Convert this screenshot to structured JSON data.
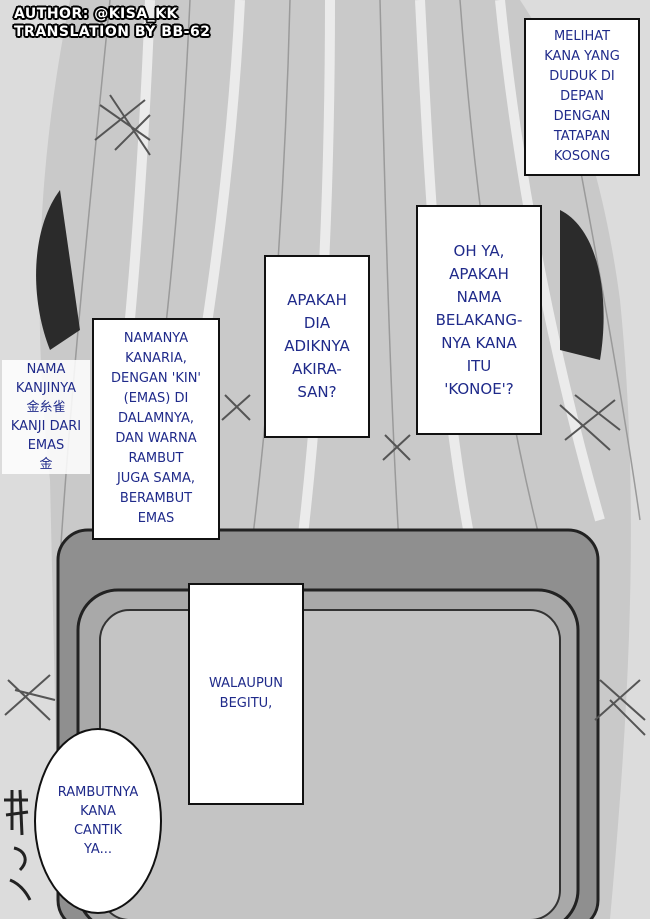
{
  "credits": {
    "author": "AUTHOR: @KISA_KK",
    "translation": "TRANSLATION BY BB-62"
  },
  "captions": {
    "melihat": "MELIHAT\nKANA YANG\nDUDUK DI\nDEPAN\nDENGAN\nTATAPAN\nKOSONG",
    "oh_ya": "OH YA,\nAPAKAH\nNAMA\nBELAKANG-\nNYA KANA\nITU\n'KONOE'?",
    "apakah_dia": "APAKAH\nDIA\nADIKNYA\nAKIRA-\nSAN?",
    "namanya": "NAMANYA\nKANARIA,\nDENGAN 'KIN'\n(EMAS) DI\nDALAMNYA,\nDAN WARNA\nRAMBUT\nJUGA SAMA,\nBERAMBUT\nEMAS",
    "walaupun": "WALAUPUN\nBEGITU,"
  },
  "side_note": "NAMA\nKANJINYA\n金糸雀\nKANJI DARI\nEMAS\n金",
  "bubble": "RAMBUTNYA\nKANA\nCANTIK\nYA..."
}
